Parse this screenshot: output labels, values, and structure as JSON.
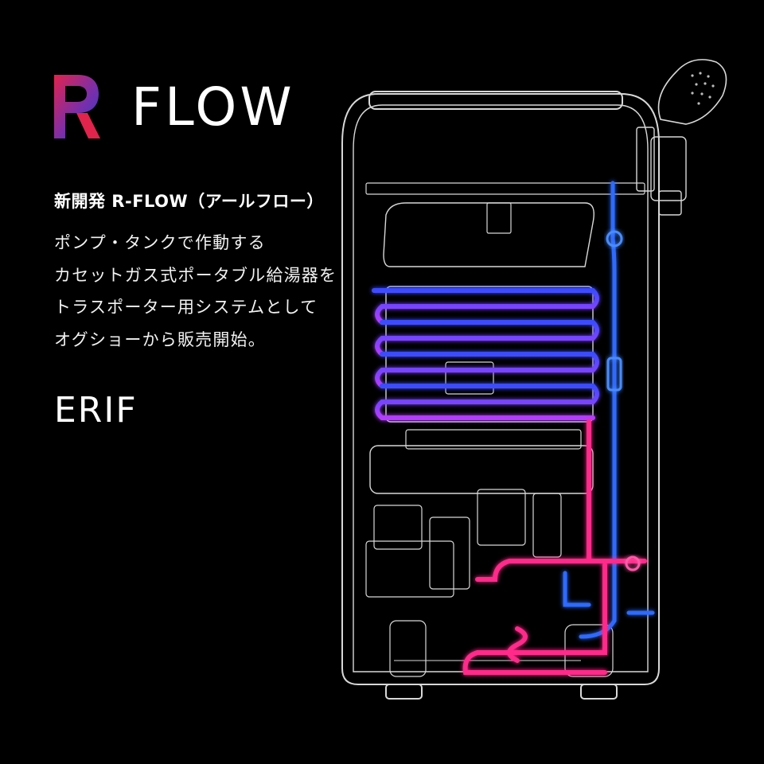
{
  "product": {
    "name": "FLOW",
    "headline": "新開発 R-FLOW（アールフロー）",
    "description_lines": [
      "ポンプ・タンクで作動する",
      "カセットガス式ポータブル給湯器を",
      "トラスポーター用システムとして",
      "オグショーから販売開始。"
    ]
  },
  "brand": {
    "name": "ERIF"
  },
  "colors": {
    "background": "#000000",
    "logo_gradient_start": "#e0244c",
    "logo_gradient_end": "#2c3ad8",
    "cold_pipe": "#2f6bff",
    "hot_pipe": "#ff2a8a",
    "coil": "#8a3cff",
    "outline": "#d8d8d8"
  }
}
